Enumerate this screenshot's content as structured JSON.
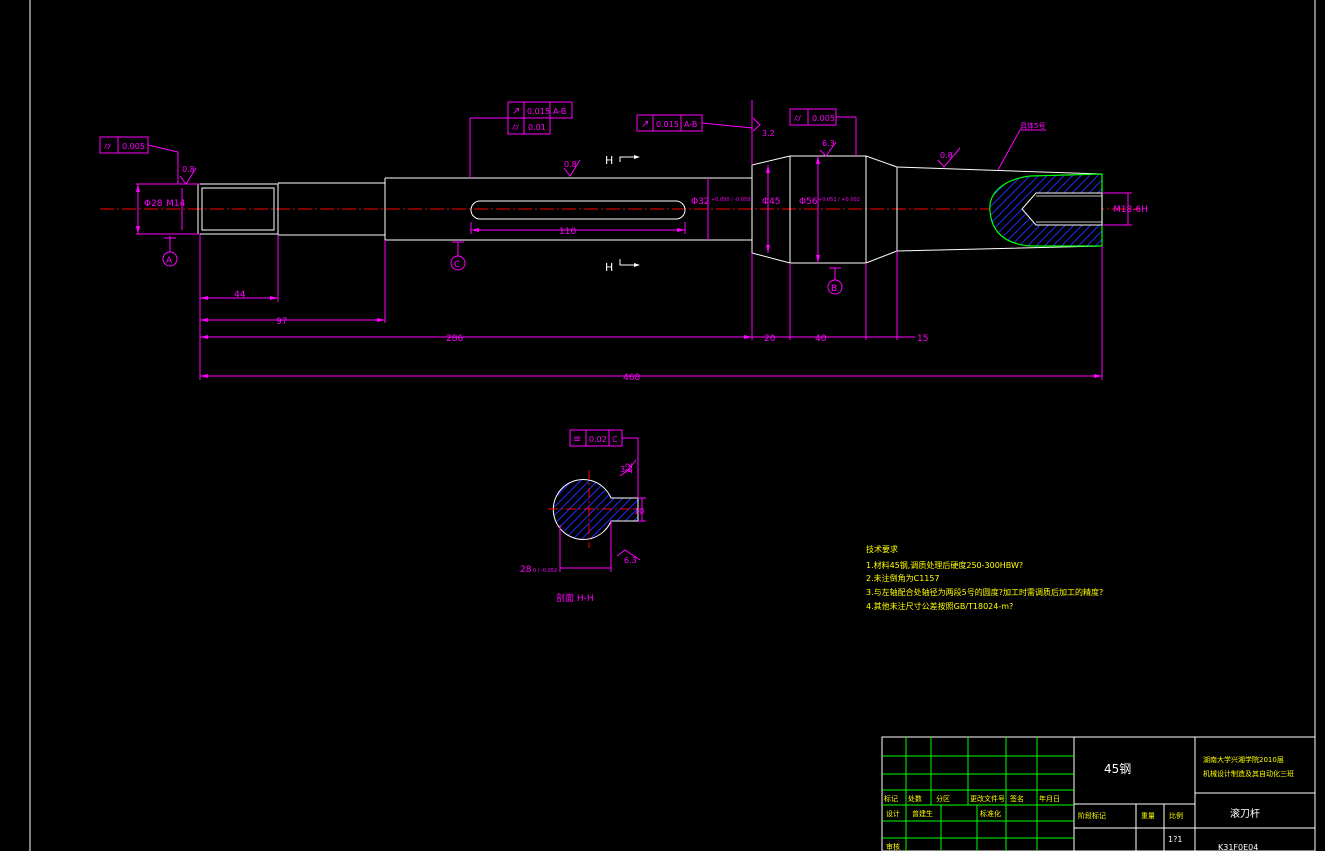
{
  "drawing": {
    "dims": {
      "d44": "44",
      "d97": "97",
      "d286": "286",
      "d468": "468",
      "d20": "20",
      "d40": "40",
      "d15": "15",
      "d110": "110",
      "phi28": "Φ28",
      "m14": "M14",
      "phi32": "Φ32",
      "phi32_tol": "+0.050 / -0.059",
      "phi45": "Φ45",
      "phi56": "Φ56",
      "phi56_tol": "+0.051 / +0.002",
      "m18": "M18-6H",
      "sec_32": "32",
      "sec_10": "10",
      "sec_28": "28",
      "sec_28_tol": "0 / -0.052"
    },
    "fcf": {
      "f1_val": "0.005",
      "f2a_val": "0.015",
      "f2a_ref": "A-B",
      "f2b_val": "0.01",
      "f3_val": "0.015",
      "f3_ref": "A-B",
      "f4_val": "0.005",
      "sec_val": "0.02",
      "sec_ref": "C"
    },
    "roughness": {
      "r1": "0.8",
      "r2": "0.8",
      "r3": "6.3",
      "r4": "0.8",
      "r5": "3.2",
      "r6": "3.2",
      "r7": "6.3"
    },
    "datums": {
      "a": "A",
      "b": "B",
      "c": "C"
    },
    "section_marker": "H",
    "section_caption": "剖面 H-H",
    "hatch_label": "具体5号",
    "notes": {
      "title": "技术要求",
      "items": [
        "1.材料45钢,调质处理后硬度250-300HBW?",
        "2.未注倒角为C1157",
        "3.与左轴配合处轴径为两段5号的圆度?加工时需调质后加工的精度?",
        "4.其他未注尺寸公差按照GB/T18024-m?"
      ]
    },
    "title_block": {
      "material": "45钢",
      "school_line1": "湖南大学兴湘学院2010届",
      "school_line2": "机械设计制造及其自动化三班",
      "part_name": "滚刀杆",
      "drawing_no": "K31F0E04",
      "header_labels": [
        "标记",
        "处数",
        "分区",
        "更改文件号",
        "签名",
        "年月日"
      ],
      "design_label": "设计",
      "designer": "曾建生",
      "standard_label": "标准化",
      "review_label": "审核",
      "stage_label": "阶段标记",
      "weight_label": "重量",
      "scale_label": "比例",
      "scale_value": "1?1"
    }
  },
  "colors": {
    "background": "#000000",
    "outline": "#ffffff",
    "dimension": "#ff00ff",
    "centerline": "#ff0000",
    "hatch": "#0000ff",
    "hatch_border": "#00ff00",
    "notes": "#ffff00",
    "grid": "#00ff00"
  }
}
